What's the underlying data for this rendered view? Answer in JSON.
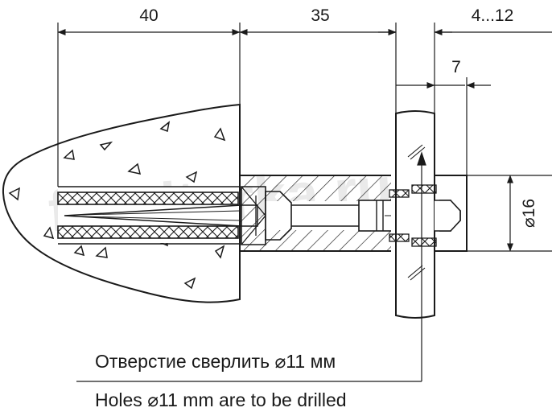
{
  "dimensions": {
    "anchor_depth": "40",
    "bolt_length": "35",
    "glass_thickness_range": "4...12",
    "cap_thickness": "7",
    "diameter": "⌀16"
  },
  "notes": {
    "ru": "Отверстие сверлить ⌀11 мм",
    "en": "Holes ⌀11 mm are to be drilled"
  },
  "watermark": "furniturka.ru",
  "colors": {
    "line": "#1a1a1a",
    "background": "#ffffff",
    "watermark": "#d9d9d9"
  }
}
